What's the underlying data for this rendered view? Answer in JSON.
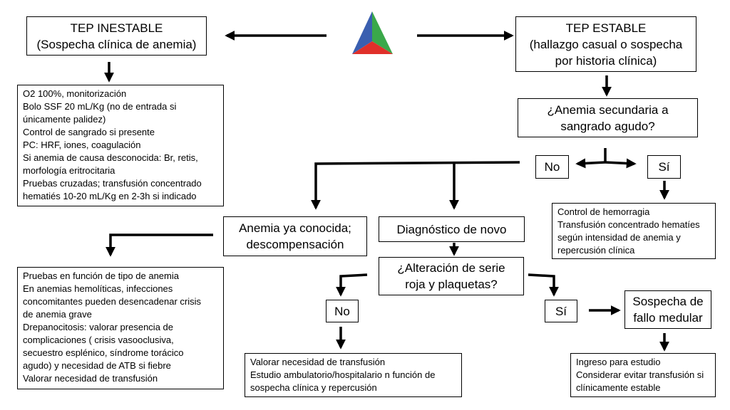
{
  "logo": {
    "colors": {
      "left": "#3a5fb0",
      "right": "#3aa84a",
      "bottom": "#e0302a"
    }
  },
  "unstable": {
    "line1": "TEP INESTABLE",
    "line2": "(Sospecha clínica de anemia)"
  },
  "stable": {
    "line1": "TEP ESTABLE",
    "line2": "(hallazgo casual o sospecha",
    "line3": "por historia clínica)"
  },
  "unstable_actions": [
    "O2 100%, monitorización",
    "Bolo SSF 20 mL/Kg (no de entrada si",
    "únicamente palidez)",
    "Control de sangrado si presente",
    "PC: HRF, iones, coagulación",
    "Si anemia de causa desconocida: Br, retis,",
    "morfología eritrocitaria",
    "Pruebas cruzadas; transfusión concentrado",
    "hematiés 10-20 mL/Kg en 2-3h si indicado"
  ],
  "question_bleeding": {
    "line1": "¿Anemia secundaria a",
    "line2": "sangrado agudo?"
  },
  "bleeding_no": "No",
  "bleeding_yes": "Sí",
  "bleeding_yes_actions": [
    "Control de hemorragia",
    "Transfusión concentrado hematíes",
    "según intensidad de anemia y",
    "repercusión clínica"
  ],
  "known_anemia": {
    "line1": "Anemia ya conocida;",
    "line2": "descompensación"
  },
  "new_diagnosis": "Diagnóstico de novo",
  "known_anemia_actions": [
    "Pruebas en función de tipo de anemia",
    "En anemias hemolíticas, infecciones",
    "concomitantes pueden desencadenar crisis",
    "de anemia grave",
    "Drepanocitosis: valorar presencia de",
    "complicaciones ( crisis vasooclusiva,",
    "secuestro esplénico, síndrome torácico",
    "agudo) y necesidad de ATB si fiebre",
    "Valorar necesidad de transfusión"
  ],
  "question_series": {
    "line1": "¿Alteración de serie",
    "line2": "roja y plaquetas?"
  },
  "series_no": "No",
  "series_yes": "Sí",
  "marrow_failure": {
    "line1": "Sospecha de",
    "line2": "fallo medular"
  },
  "series_no_actions": [
    "Valorar necesidad de transfusión",
    "Estudio ambulatorio/hospitalario n función de",
    "sospecha clínica y repercusión"
  ],
  "marrow_actions": [
    "Ingreso para estudio",
    "Considerar evitar transfusión si",
    "clínicamente estable"
  ]
}
